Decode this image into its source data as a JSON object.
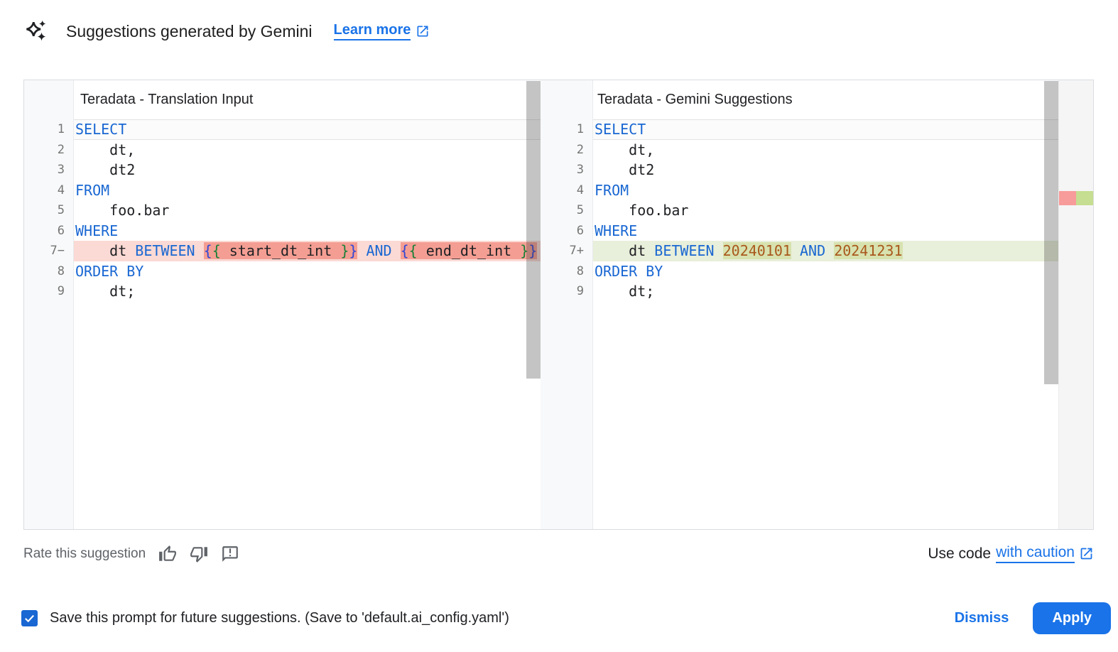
{
  "header": {
    "title": "Suggestions generated by Gemini",
    "learn_more_label": "Learn more"
  },
  "icons": {
    "header_icon": "gemini-spark-icon",
    "learn_more_icon": "open-in-new-icon",
    "thumbs_up": "thumb-up-icon",
    "thumbs_down": "thumb-down-icon",
    "feedback": "feedback-icon",
    "use_code_icon": "open-in-new-icon",
    "checkbox_state": "checked"
  },
  "colors": {
    "accent": "#1a73e8",
    "keyword": "#1967d2",
    "number_literal": "#a9581c",
    "removed_line_bg": "#fbd9d4",
    "removed_word_bg": "#f49e93",
    "added_line_bg": "#e8efda",
    "added_word_bg": "#d7e2af",
    "ruler_removed": "#f89b9b",
    "ruler_added": "#c5de91"
  },
  "panels": {
    "left": {
      "title": "Teradata - Translation Input",
      "lines": [
        {
          "g": "1",
          "cls": "active",
          "tokens": [
            {
              "c": "kw",
              "s": "SELECT"
            }
          ]
        },
        {
          "g": "2",
          "tokens": [
            {
              "c": "tx",
              "s": "    dt,"
            }
          ]
        },
        {
          "g": "3",
          "tokens": [
            {
              "c": "tx",
              "s": "    dt2"
            }
          ]
        },
        {
          "g": "4",
          "tokens": [
            {
              "c": "kw",
              "s": "FROM"
            }
          ]
        },
        {
          "g": "5",
          "tokens": [
            {
              "c": "tx",
              "s": "    foo.bar"
            }
          ]
        },
        {
          "g": "6",
          "tokens": [
            {
              "c": "kw",
              "s": "WHERE"
            }
          ]
        },
        {
          "g": "7−",
          "cls": "removed",
          "tokens": [
            {
              "c": "tx",
              "s": "    dt "
            },
            {
              "c": "kw",
              "s": "BETWEEN"
            },
            {
              "c": "tx",
              "s": " "
            },
            {
              "c": "br1",
              "s": "{",
              "hl": true
            },
            {
              "c": "br2",
              "s": "{",
              "hl": true
            },
            {
              "c": "tx",
              "s": " start_dt_int ",
              "hl": true
            },
            {
              "c": "br2",
              "s": "}",
              "hl": true
            },
            {
              "c": "br1",
              "s": "}",
              "hl": true
            },
            {
              "c": "tx",
              "s": " "
            },
            {
              "c": "kw",
              "s": "AND"
            },
            {
              "c": "tx",
              "s": " "
            },
            {
              "c": "br1",
              "s": "{",
              "hl": true
            },
            {
              "c": "br2",
              "s": "{",
              "hl": true
            },
            {
              "c": "tx",
              "s": " end_dt_int ",
              "hl": true
            },
            {
              "c": "br2",
              "s": "}",
              "hl": true
            },
            {
              "c": "br1",
              "s": "}",
              "hl": true
            }
          ]
        },
        {
          "g": "8",
          "tokens": [
            {
              "c": "kw",
              "s": "ORDER BY"
            }
          ]
        },
        {
          "g": "9",
          "tokens": [
            {
              "c": "tx",
              "s": "    dt;"
            }
          ]
        }
      ]
    },
    "right": {
      "title": "Teradata - Gemini Suggestions",
      "lines": [
        {
          "g": "1",
          "cls": "active",
          "tokens": [
            {
              "c": "kw",
              "s": "SELECT"
            }
          ]
        },
        {
          "g": "2",
          "tokens": [
            {
              "c": "tx",
              "s": "    dt,"
            }
          ]
        },
        {
          "g": "3",
          "tokens": [
            {
              "c": "tx",
              "s": "    dt2"
            }
          ]
        },
        {
          "g": "4",
          "tokens": [
            {
              "c": "kw",
              "s": "FROM"
            }
          ]
        },
        {
          "g": "5",
          "tokens": [
            {
              "c": "tx",
              "s": "    foo.bar"
            }
          ]
        },
        {
          "g": "6",
          "tokens": [
            {
              "c": "kw",
              "s": "WHERE"
            }
          ]
        },
        {
          "g": "7+",
          "cls": "added",
          "tokens": [
            {
              "c": "tx",
              "s": "    dt "
            },
            {
              "c": "kw",
              "s": "BETWEEN"
            },
            {
              "c": "tx",
              "s": " "
            },
            {
              "c": "num",
              "s": "20240101",
              "hl": true
            },
            {
              "c": "tx",
              "s": " "
            },
            {
              "c": "kw",
              "s": "AND"
            },
            {
              "c": "tx",
              "s": " "
            },
            {
              "c": "num",
              "s": "20241231",
              "hl": true
            }
          ]
        },
        {
          "g": "8",
          "tokens": [
            {
              "c": "kw",
              "s": "ORDER BY"
            }
          ]
        },
        {
          "g": "9",
          "tokens": [
            {
              "c": "tx",
              "s": "    dt;"
            }
          ]
        }
      ]
    }
  },
  "rate": {
    "label": "Rate this suggestion"
  },
  "use_code": {
    "prefix": "Use code",
    "link_label": "with caution"
  },
  "save_prompt": {
    "label": "Save this prompt for future suggestions. (Save to 'default.ai_config.yaml')",
    "checked": true
  },
  "actions": {
    "dismiss_label": "Dismiss",
    "apply_label": "Apply"
  }
}
